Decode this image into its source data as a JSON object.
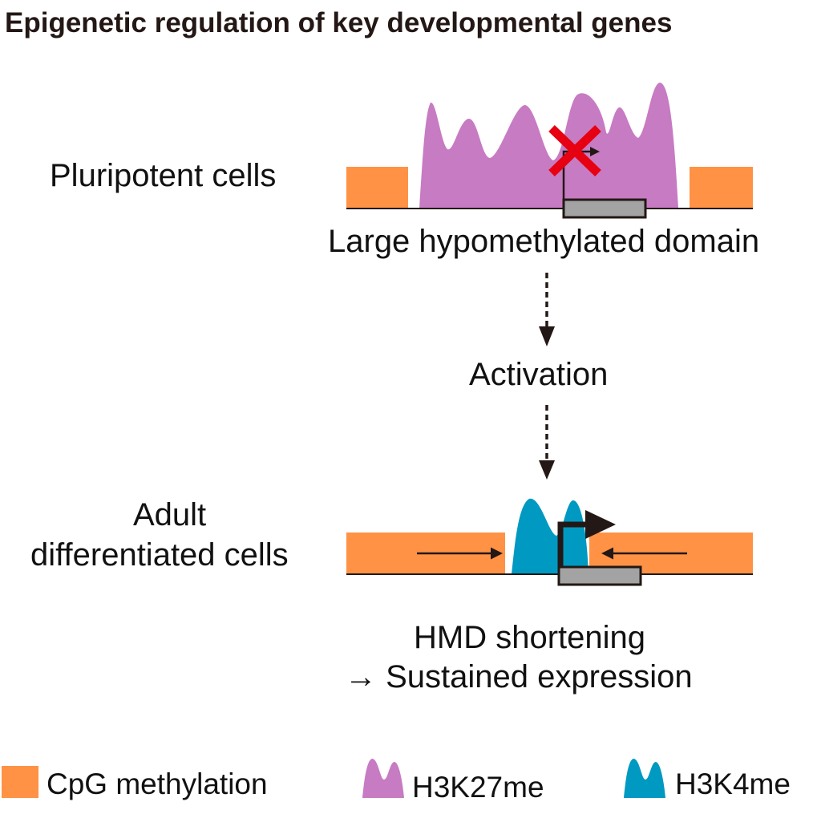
{
  "title": "Epigenetic regulation of key developmental genes",
  "top_panel": {
    "row_label": "Pluripotent cells",
    "caption": "Large hypomethylated domain"
  },
  "transition": {
    "label": "Activation"
  },
  "bottom_panel": {
    "row_label_line1": "Adult",
    "row_label_line2": "differentiated cells",
    "caption_line1": "HMD shortening",
    "caption_line2": "→ Sustained expression"
  },
  "legend": {
    "cpg_label": "CpG methylation",
    "h3k27_label": "H3K27me",
    "h3k4_label": "H3K4me"
  },
  "colors": {
    "cpg_methylation": "#FF9245",
    "h3k27me": "#C77BC2",
    "h3k4me": "#0099C2",
    "gene_body": "#A3A3A3",
    "inhibition_cross": "#E60012",
    "line": "#231815"
  },
  "icons": {
    "inhibition": "red-x-icon",
    "tss_arrow": "bent-arrow-icon"
  }
}
